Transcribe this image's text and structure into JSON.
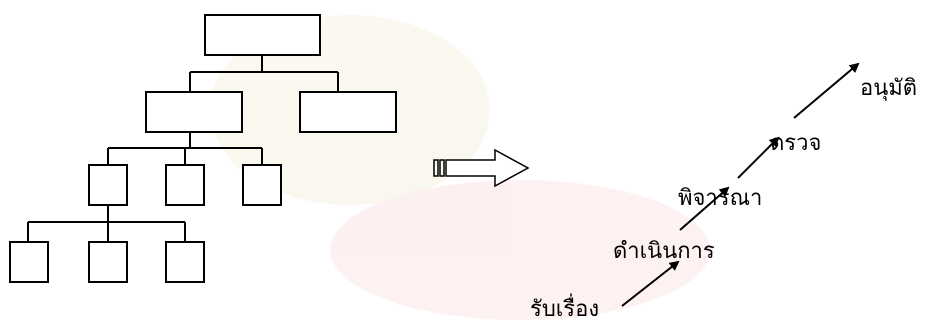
{
  "diagram": {
    "left_label": "",
    "steps": [
      {
        "id": "receive",
        "label": "รับเรื่อง"
      },
      {
        "id": "operate",
        "label": "ดำเนินการ"
      },
      {
        "id": "consider",
        "label": "พิจารณา"
      },
      {
        "id": "inspect",
        "label": "ตรวจ"
      },
      {
        "id": "approve",
        "label": "อนุมัติ"
      }
    ],
    "colors": {
      "line": "#000000",
      "box_fill": "#ffffff",
      "watermark": "#c8a040"
    }
  }
}
